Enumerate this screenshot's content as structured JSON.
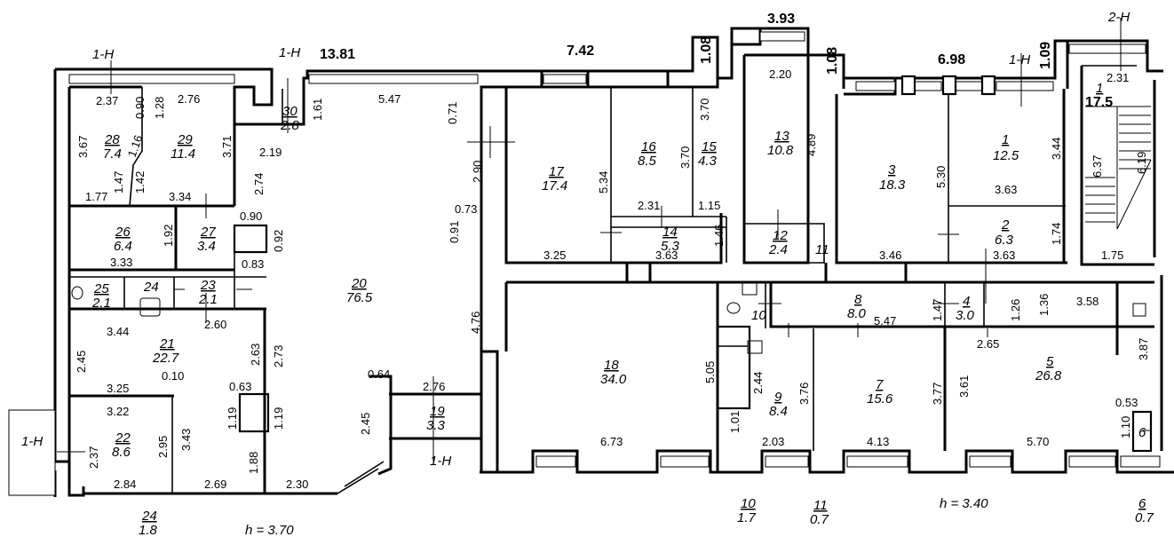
{
  "overall_dimensions": [
    "13.81",
    "7.42",
    "1.08",
    "3.93",
    "1.08",
    "6.98",
    "1.09"
  ],
  "section_marks": [
    "1-H",
    "1-H",
    "1-H",
    "1-H",
    "1-H",
    "2-H"
  ],
  "heights": [
    "h = 3.70",
    "h = 3.40"
  ],
  "rooms": [
    {
      "number": "1",
      "area": "12.5"
    },
    {
      "number": "2",
      "area": "6.3"
    },
    {
      "number": "3",
      "area": "18.3"
    },
    {
      "number": "4",
      "area": "3.0"
    },
    {
      "number": "5",
      "area": "26.8"
    },
    {
      "number": "7",
      "area": "15.6"
    },
    {
      "number": "8",
      "area": "8.0"
    },
    {
      "number": "9",
      "area": "8.4"
    },
    {
      "number": "12",
      "area": "2.4"
    },
    {
      "number": "13",
      "area": "10.8"
    },
    {
      "number": "14",
      "area": "5.3"
    },
    {
      "number": "15",
      "area": "4.3"
    },
    {
      "number": "16",
      "area": "8.5"
    },
    {
      "number": "17",
      "area": "17.4"
    },
    {
      "number": "18",
      "area": "34.0"
    },
    {
      "number": "19",
      "area": "3.3"
    },
    {
      "number": "20",
      "area": "76.5"
    },
    {
      "number": "21",
      "area": "22.7"
    },
    {
      "number": "22",
      "area": "8.6"
    },
    {
      "number": "23",
      "area": "2.1"
    },
    {
      "number": "25",
      "area": "2.1"
    },
    {
      "number": "26",
      "area": "6.4"
    },
    {
      "number": "27",
      "area": "3.4"
    },
    {
      "number": "28",
      "area": "7.4"
    },
    {
      "number": "29",
      "area": "11.4"
    },
    {
      "number": "30",
      "area": "2.8"
    }
  ],
  "room_labels_plain": [
    "24",
    "10",
    "6",
    "11"
  ],
  "stair": {
    "number": "1",
    "area": "17.5"
  },
  "bottom_rooms": [
    {
      "number": "24",
      "area": "1.8"
    },
    {
      "number": "10",
      "area": "1.7"
    },
    {
      "number": "11",
      "area": "0.7"
    },
    {
      "number": "6",
      "area": "0.7"
    }
  ],
  "dimensions": [
    "2.37",
    "0.90",
    "1.28",
    "2.76",
    "3.67",
    "1.16",
    "3.71",
    "1.42",
    "1.47",
    "1.77",
    "3.34",
    "1.61",
    "2.19",
    "2.74",
    "5.47",
    "0.71",
    "2.90",
    "0.73",
    "0.91",
    "4.76",
    "0.90",
    "0.92",
    "0.83",
    "1.92",
    "3.33",
    "2.60",
    "3.44",
    "2.45",
    "2.63",
    "2.73",
    "0.10",
    "0.63",
    "1.19",
    "1.19",
    "3.25",
    "3.22",
    "2.95",
    "3.43",
    "2.37",
    "1.88",
    "2.84",
    "2.69",
    "2.30",
    "0.64",
    "2.76",
    "2.45",
    "5.34",
    "3.70",
    "3.70",
    "2.31",
    "1.15",
    "3.25",
    "3.63",
    "1.46",
    "2.20",
    "4.89",
    "5.30",
    "3.44",
    "3.63",
    "1.74",
    "3.46",
    "3.63",
    "6.37",
    "6.19",
    "2.31",
    "1.75",
    "6.73",
    "5.05",
    "2.44",
    "1.01",
    "2.03",
    "3.76",
    "5.47",
    "4.13",
    "3.77",
    "1.47",
    "1.26",
    "1.36",
    "3.58",
    "2.65",
    "3.61",
    "5.70",
    "3.87",
    "0.53",
    "1.10"
  ]
}
